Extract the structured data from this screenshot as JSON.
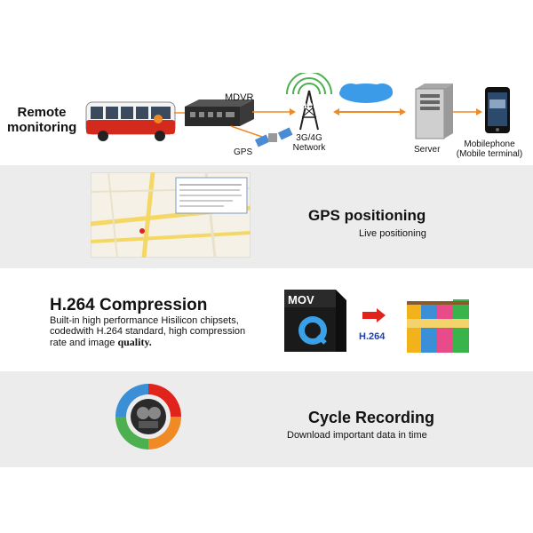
{
  "remote": {
    "title_line1": "Remote",
    "title_line2": "monitoring",
    "mdvr_label": "MDVR",
    "gps_label": "GPS",
    "network_line1": "3G/4G",
    "network_line2": "Network",
    "internet_label": "Internet",
    "server_label": "Server",
    "mobile_line1": "Mobilephone",
    "mobile_line2": "(Mobile terminal)"
  },
  "gps": {
    "title": "GPS positioning",
    "subtitle": "Live positioning"
  },
  "compression": {
    "title": "H.264 Compression",
    "desc_line1": "Built-in high performance Hisilicon chipsets,",
    "desc_line2": "codedwith H.264 standard, high compression",
    "desc_line3_a": "rate and image",
    "desc_line3_b": "quality.",
    "mov_label": "MOV",
    "codec_label": "H.264"
  },
  "cycle": {
    "title": "Cycle Recording",
    "subtitle": "Download important data in time"
  },
  "colors": {
    "blue_text": "#1a3fb8",
    "red_arrow": "#e0241b",
    "orange_arrow": "#f08a24",
    "band_grey": "#ececec"
  }
}
